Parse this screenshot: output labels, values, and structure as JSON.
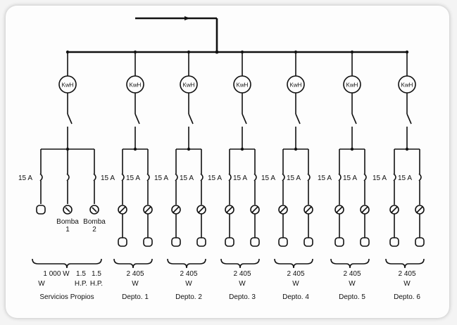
{
  "meter_label": "KwH",
  "breaker_label": "15 A",
  "service": {
    "pump1_label": "Bomba\n1",
    "pump2_label": "Bomba\n2",
    "power_lines": [
      "1 000 W",
      "W",
      "1.5",
      "H.P.",
      "1.5",
      "H.P."
    ],
    "group_name": "Servicios  Propios"
  },
  "departments": [
    {
      "power": "2 405",
      "unit": "W",
      "name": "Depto. 1"
    },
    {
      "power": "2 405",
      "unit": "W",
      "name": "Depto. 2"
    },
    {
      "power": "2 405",
      "unit": "W",
      "name": "Depto. 3"
    },
    {
      "power": "2 405",
      "unit": "W",
      "name": "Depto. 4"
    },
    {
      "power": "2 405",
      "unit": "W",
      "name": "Depto. 5"
    },
    {
      "power": "2 405",
      "unit": "W",
      "name": "Depto. 6"
    }
  ]
}
